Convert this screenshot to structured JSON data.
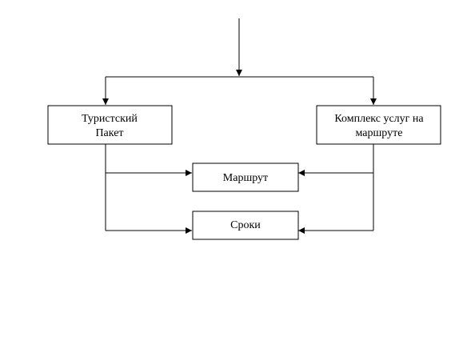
{
  "nodes": {
    "tour_package": {
      "lines": [
        "Туристский",
        "Пакет"
      ]
    },
    "services": {
      "lines": [
        "Комплекс услуг на",
        "маршруте"
      ]
    },
    "route": {
      "lines": [
        "Маршрут"
      ]
    },
    "terms": {
      "lines": [
        "Сроки"
      ]
    }
  },
  "edges": [
    {
      "from": "input",
      "to": "split"
    },
    {
      "from": "split",
      "to": "tour_package"
    },
    {
      "from": "split",
      "to": "services"
    },
    {
      "from": "tour_package",
      "to": "route"
    },
    {
      "from": "tour_package",
      "to": "terms"
    },
    {
      "from": "services",
      "to": "route"
    },
    {
      "from": "services",
      "to": "terms"
    }
  ]
}
